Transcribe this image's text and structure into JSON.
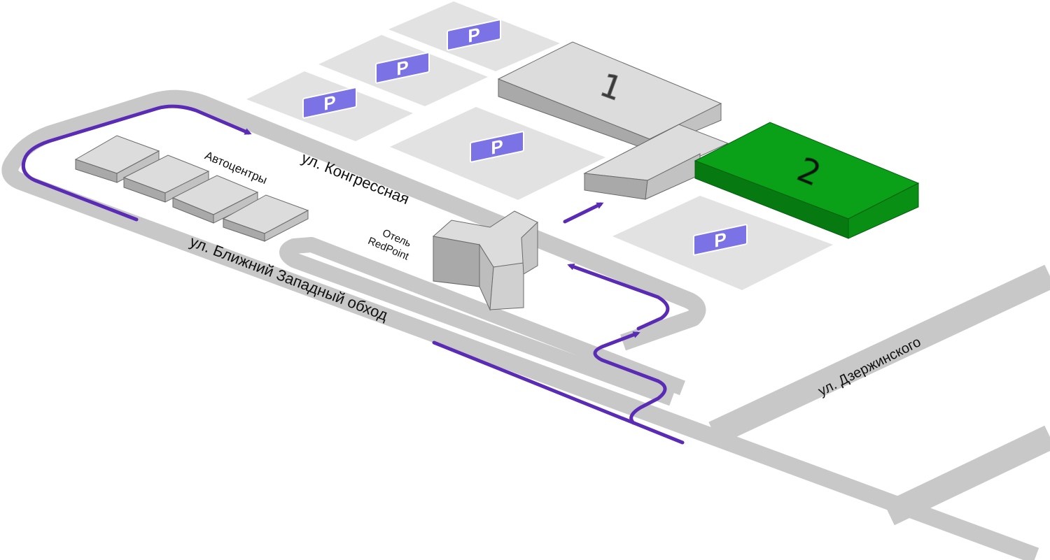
{
  "map": {
    "streets": {
      "kongressnaya": "ул. Конгрессная",
      "blizhny_zapadny_obkhod": "ул. Ближний Западный обход",
      "dzerzhinskogo": "ул. Дзержинского"
    },
    "places": {
      "autocenters": "Автоцентры",
      "hotel_line1": "Отель",
      "hotel_line2": "RedPoint"
    },
    "buildings": {
      "building_1": "1",
      "building_2": "2"
    },
    "parking_label": "P",
    "colors": {
      "road": "#c8c8c8",
      "route": "#5a2bb5",
      "parking_area": "#e2e2e2",
      "parking_sign": "#7b72e6",
      "building_top": "#dcdcdc",
      "building_side": "#a9a9a9",
      "highlight_building": "#0aa018",
      "highlight_building_side": "#067a10"
    }
  }
}
